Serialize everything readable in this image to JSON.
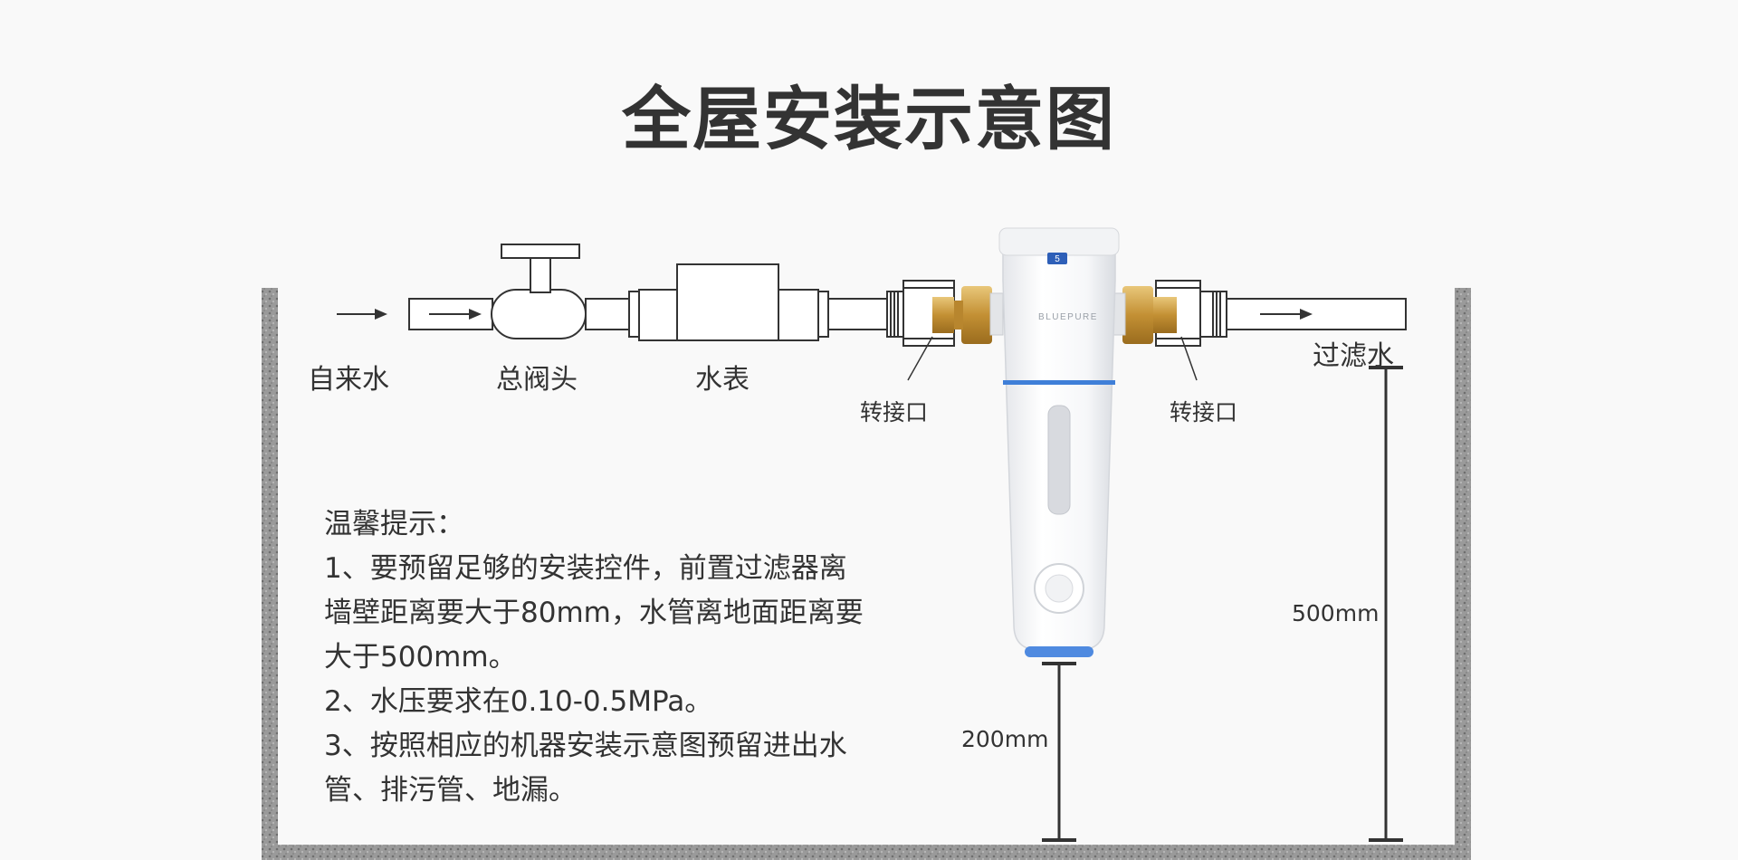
{
  "title": "全屋安装示意图",
  "labels": {
    "tap_water": "自来水",
    "main_valve": "总阀头",
    "water_meter": "水表",
    "adapter_left": "转接口",
    "adapter_right": "转接口",
    "filtered_water": "过滤水",
    "height_500": "500mm",
    "height_200": "200mm"
  },
  "device": {
    "brand": "BLUEPURE",
    "badge": "5"
  },
  "tips": {
    "heading": "温馨提示：",
    "lines": [
      "1、要预留足够的安装控件，前置过滤器离",
      "墙壁距离要大于80mm，水管离地面距离要",
      "大于500mm。",
      "2、水压要求在0.10-0.5MPa。",
      "3、按照相应的机器安装示意图预留进出水",
      "管、排污管、地漏。"
    ]
  },
  "colors": {
    "wall": "#8f8f8f",
    "line": "#333333",
    "brass": "#c9a04a",
    "accent_blue": "#3f7fd8"
  }
}
